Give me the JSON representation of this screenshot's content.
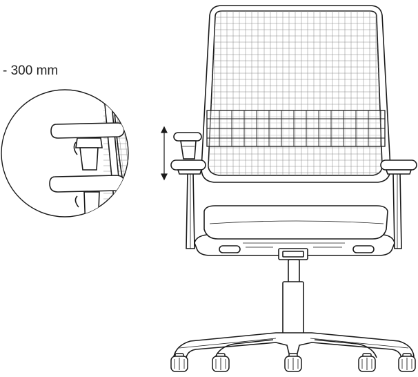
{
  "diagram": {
    "dimension_label": "- 300 mm",
    "colors": {
      "line": "#1a1a1a",
      "mesh": "#8c8c8c",
      "background": "#ffffff"
    },
    "parts": [
      "backrest-mesh",
      "lumbar-support",
      "armrest-left",
      "armrest-right",
      "seat-cushion",
      "gas-cylinder",
      "five-star-base",
      "casters",
      "armrest-detail-callout",
      "height-adjust-arrow"
    ]
  }
}
